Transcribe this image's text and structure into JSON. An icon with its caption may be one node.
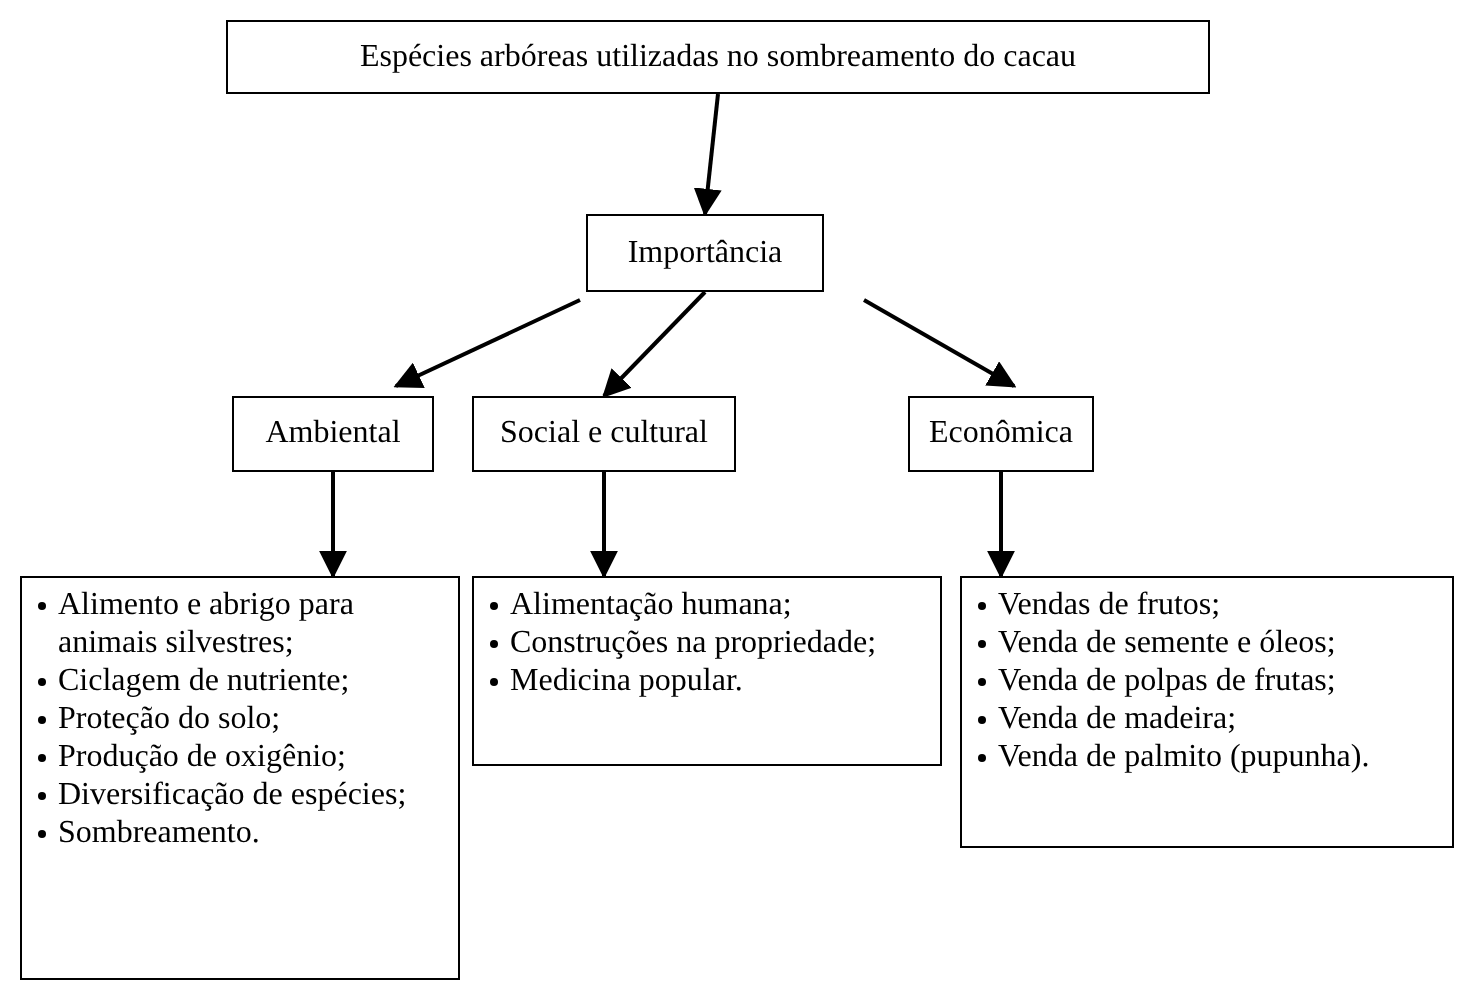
{
  "diagram": {
    "nodes": [
      {
        "text": [
          "Espécies arbóreas utilizadas no sombreamento do cacau"
        ]
      },
      {
        "text": [
          "Importância"
        ]
      },
      {
        "text": [
          "Ambiental"
        ]
      },
      {
        "text": [
          "Social e cultural"
        ]
      },
      {
        "text": [
          "Econômica"
        ]
      },
      {
        "text": [
          "Alimento e abrigo para animais silvestres;",
          "Ciclagem de nutriente;",
          "Proteção do solo;",
          "Produção de oxigênio;",
          "Diversificação de espécies;",
          "Sombreamento."
        ]
      },
      {
        "text": [
          "Alimentação humana;",
          "Construções na propriedade;",
          "Medicina popular."
        ]
      },
      {
        "text": [
          "Vendas de frutos;",
          "Venda de semente e óleos;",
          "Venda de polpas de frutas;",
          "Venda de madeira;",
          "Venda de palmito (pupunha)."
        ]
      }
    ],
    "edges": [
      {
        "from": 0,
        "to": 1,
        "arrow": "to"
      },
      {
        "from": 1,
        "to": 2,
        "arrow": "to"
      },
      {
        "from": 1,
        "to": 3,
        "arrow": "to"
      },
      {
        "from": 1,
        "to": 4,
        "arrow": "to"
      },
      {
        "from": 2,
        "to": 5,
        "arrow": "to"
      },
      {
        "from": 3,
        "to": 6,
        "arrow": "to"
      },
      {
        "from": 4,
        "to": 7,
        "arrow": "to"
      }
    ]
  }
}
